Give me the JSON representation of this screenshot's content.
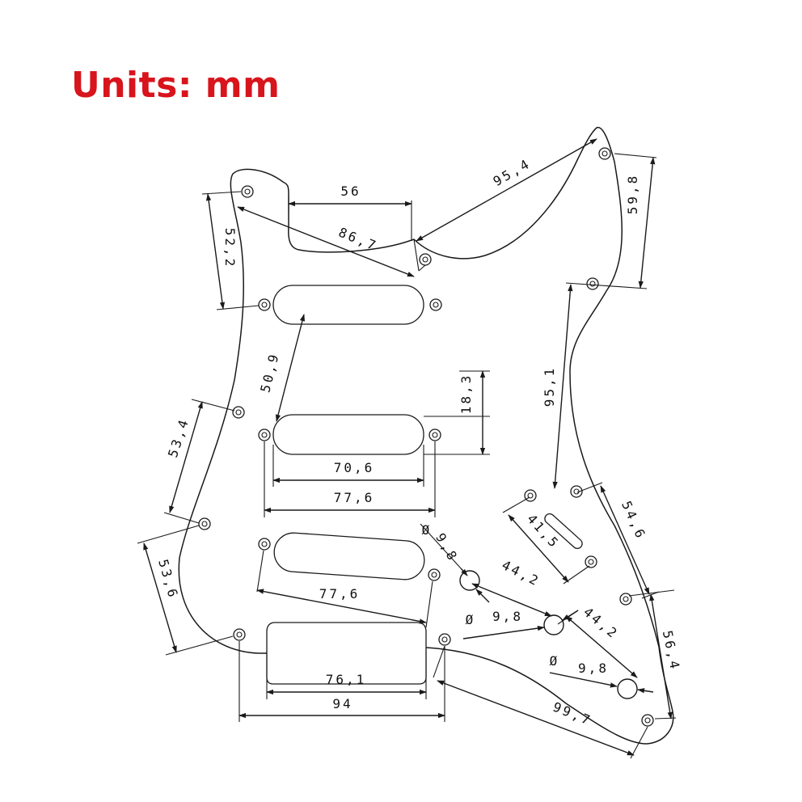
{
  "title": "Units: mm",
  "colors": {
    "title": "#d8141c",
    "line": "#1a1a1a",
    "background": "#ffffff"
  },
  "dimensions": {
    "d_56": "56",
    "d_95_4": "95,4",
    "d_86_7": "86,7",
    "d_59_8": "59,8",
    "d_52_2": "52,2",
    "d_50_9": "50,9",
    "d_18_3": "18,3",
    "d_95_1": "95,1",
    "d_53_4": "53,4",
    "d_70_6": "70,6",
    "d_77_6_a": "77,6",
    "d_41_5": "41,5",
    "d_54_6": "54,6",
    "d_53_6": "53,6",
    "d_9_8_a": "9,8",
    "d_44_2_a": "44,2",
    "d_77_6_b": "77,6",
    "d_9_8_b": "9,8",
    "d_44_2_b": "44,2",
    "d_56_4": "56,4",
    "d_9_8_c": "9,8",
    "d_76_1": "76,1",
    "d_94": "94",
    "d_99_7": "99,7",
    "diameter_symbol": "Ø"
  }
}
